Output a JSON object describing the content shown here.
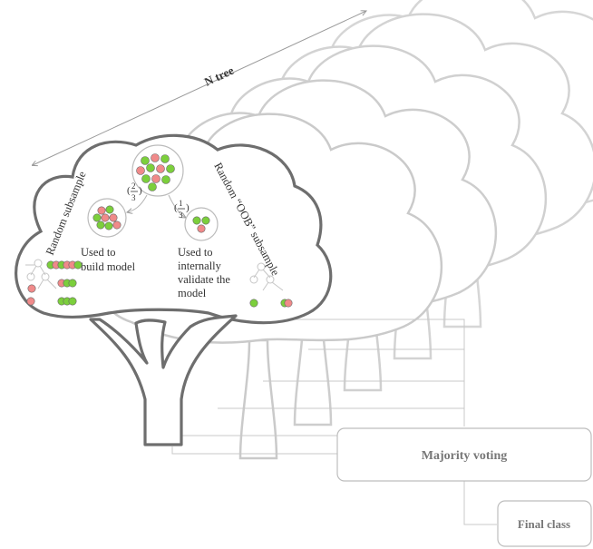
{
  "diagram": {
    "n_tree_label": "N tree",
    "random_subsample_label": "Random subsample",
    "oob_subsample_label": "Random “OOB” subsample",
    "fraction_two_thirds": "(2/3)",
    "fraction_one_third": "(1/3)",
    "build_model_line1": "Used to",
    "build_model_line2": "build model",
    "validate_line1": "Used to",
    "validate_line2": "internally",
    "validate_line3": "validate the",
    "validate_line4": "model",
    "majority_voting_label": "Majority voting",
    "final_class_label": "Final class",
    "colors": {
      "green_ball": "#7ccf3c",
      "red_ball": "#f08a8a",
      "front_tree_outline": "#6e6e6e",
      "back_tree_outline": "#d6d6d6",
      "box_outline": "#bdbdbd",
      "box_text": "#777777"
    }
  }
}
